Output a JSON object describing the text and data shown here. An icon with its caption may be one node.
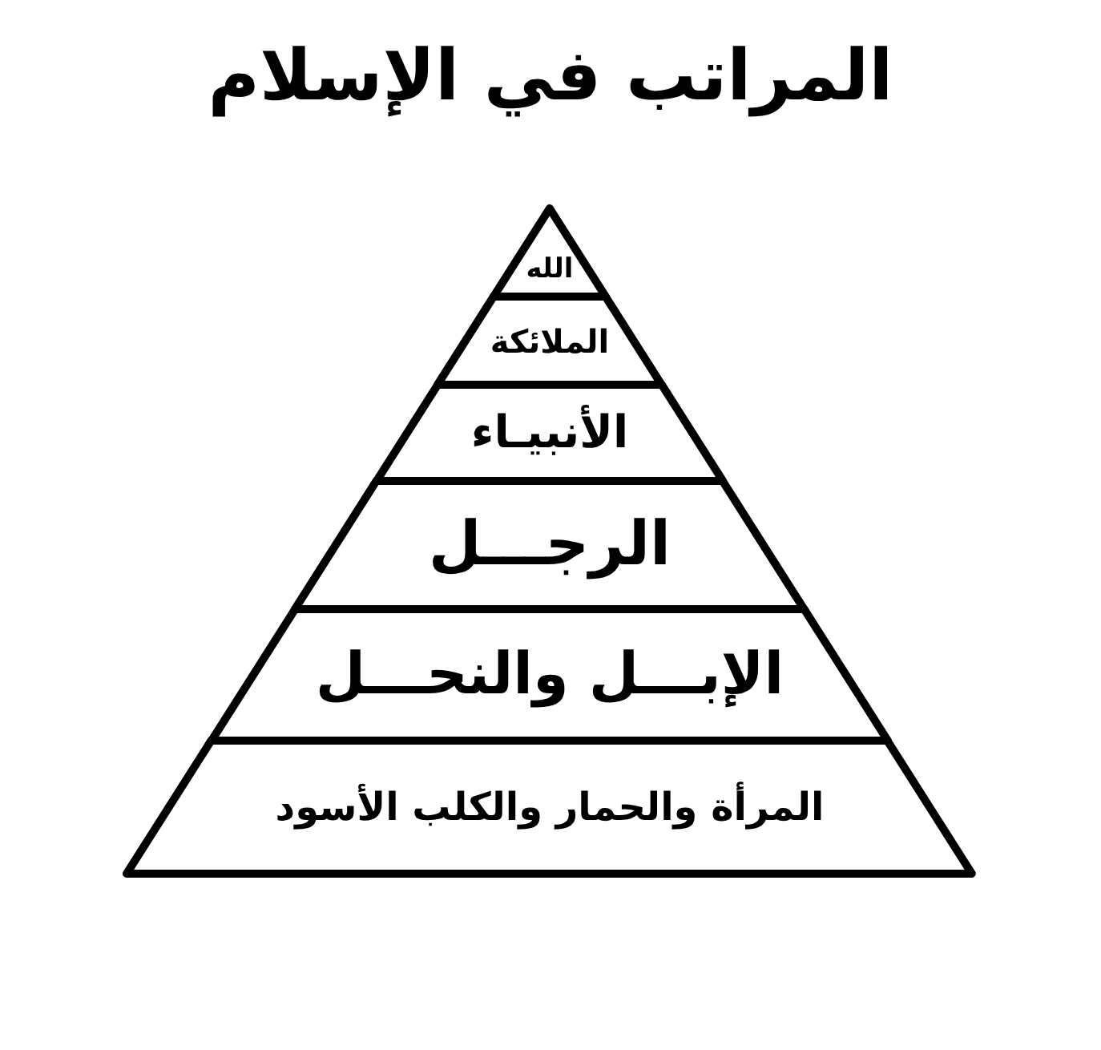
{
  "diagram": {
    "title": "المراتب في الإسلام",
    "nodes": [
      {
        "text": [
          "الله"
        ]
      },
      {
        "text": [
          "الملائكة"
        ]
      },
      {
        "text": [
          "الأنبيـاء"
        ]
      },
      {
        "text": [
          "الرجـــل"
        ]
      },
      {
        "text": [
          "الإبـــل والنحـــل"
        ]
      },
      {
        "text": [
          "المرأة والحمار والكلب الأسود"
        ]
      }
    ]
  }
}
